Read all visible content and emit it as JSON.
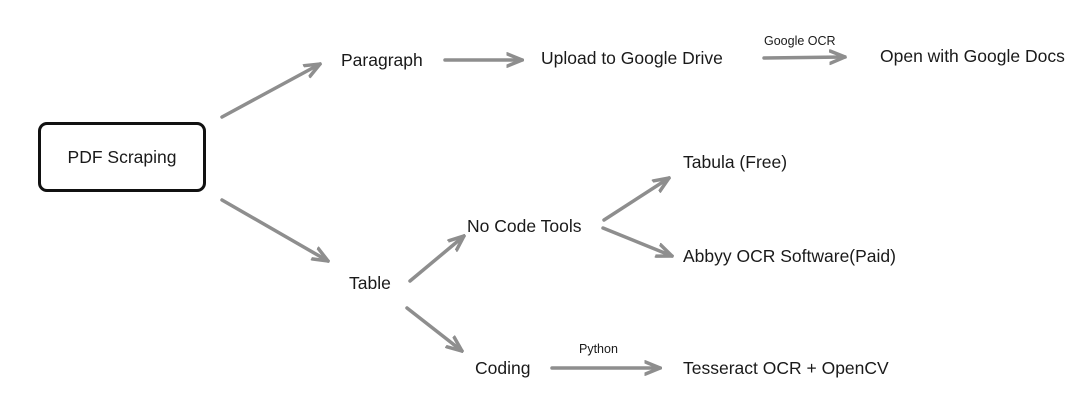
{
  "colors": {
    "arrow": "#8e8e8e",
    "text": "#1a1a1a",
    "border": "#111111",
    "background": "#ffffff"
  },
  "nodes": {
    "pdf_scraping": "PDF Scraping",
    "paragraph": "Paragraph",
    "upload_drive": "Upload to Google Drive",
    "open_docs": "Open with Google Docs",
    "table": "Table",
    "no_code_tools": "No Code Tools",
    "tabula": "Tabula (Free)",
    "abbyy": "Abbyy OCR Software(Paid)",
    "coding": "Coding",
    "tesseract": "Tesseract OCR + OpenCV"
  },
  "edge_labels": {
    "google_ocr": "Google OCR",
    "python": "Python"
  },
  "edges": [
    {
      "from": "pdf_scraping",
      "to": "paragraph",
      "label": ""
    },
    {
      "from": "paragraph",
      "to": "upload_drive",
      "label": ""
    },
    {
      "from": "upload_drive",
      "to": "open_docs",
      "label": "Google OCR"
    },
    {
      "from": "pdf_scraping",
      "to": "table",
      "label": ""
    },
    {
      "from": "table",
      "to": "no_code_tools",
      "label": ""
    },
    {
      "from": "table",
      "to": "coding",
      "label": ""
    },
    {
      "from": "no_code_tools",
      "to": "tabula",
      "label": ""
    },
    {
      "from": "no_code_tools",
      "to": "abbyy",
      "label": ""
    },
    {
      "from": "coding",
      "to": "tesseract",
      "label": "Python"
    }
  ]
}
